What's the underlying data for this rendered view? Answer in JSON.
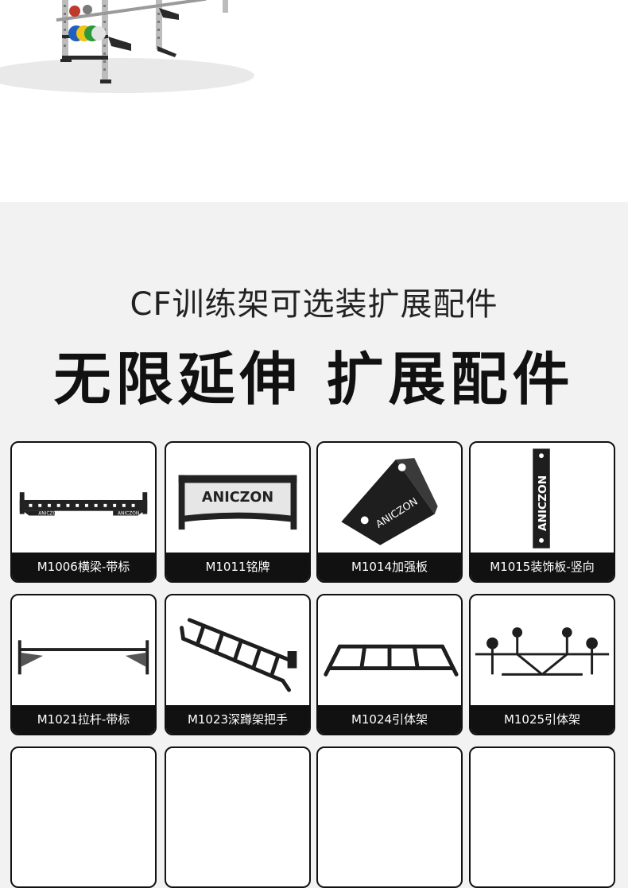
{
  "header": {
    "subtitle": "CF训练架可选装扩展配件",
    "title": "无限延伸 扩展配件"
  },
  "colors": {
    "accent": "#111111",
    "background": "#f2f2f2",
    "card_bg": "#ffffff"
  },
  "products": [
    {
      "label": "M1006横梁-带标",
      "brand": "ANICZON",
      "icon": "crossbeam-icon"
    },
    {
      "label": "M1011铭牌",
      "brand": "ANICZON",
      "icon": "nameplate-icon"
    },
    {
      "label": "M1014加强板",
      "brand": "ANICZON",
      "icon": "reinforcement-plate-icon"
    },
    {
      "label": "M1015装饰板-竖向",
      "brand": "ANICZON",
      "icon": "vertical-plate-icon"
    },
    {
      "label": "M1021拉杆-带标",
      "icon": "pull-bar-icon"
    },
    {
      "label": "M1023深蹲架把手",
      "icon": "squat-handle-icon"
    },
    {
      "label": "M1024引体架",
      "icon": "pullup-frame-icon"
    },
    {
      "label": "M1025引体架",
      "icon": "pullup-ball-frame-icon"
    }
  ]
}
